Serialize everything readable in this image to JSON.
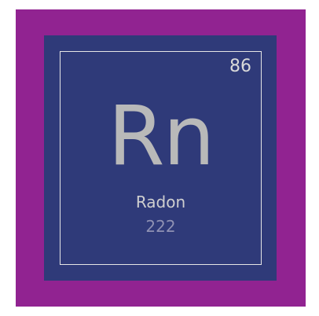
{
  "element": {
    "atomic_number": "86",
    "symbol": "Rn",
    "name": "Radon",
    "atomic_mass": "222"
  },
  "colors": {
    "outer_background": "#912391",
    "tile_background": "#2f3a79",
    "border": "#e6e6e6",
    "symbol_text": "#b9b9b9",
    "name_text": "#cfcfcf",
    "mass_text": "#8f91b3"
  }
}
